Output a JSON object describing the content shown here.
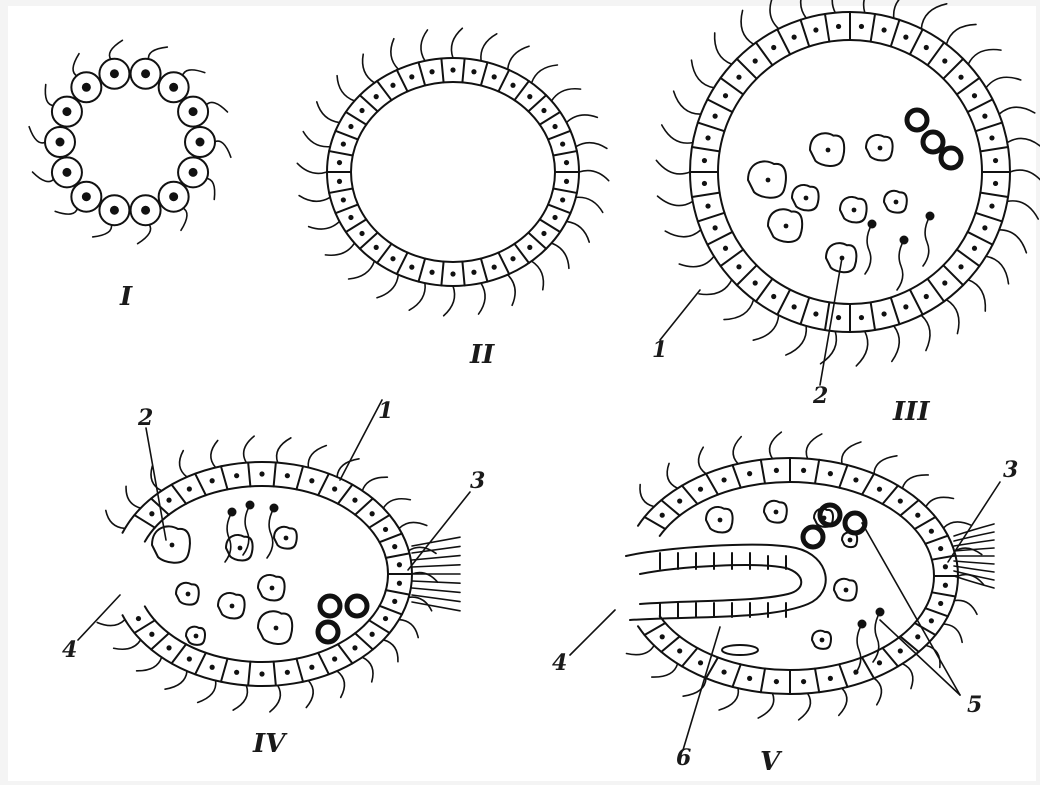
{
  "stage_labels": {
    "I": "I",
    "II": "II",
    "III": "III",
    "IV": "IV",
    "V": "V"
  },
  "part_labels": {
    "iii_1": "1",
    "iii_2": "2",
    "iv_1": "1",
    "iv_2": "2",
    "iv_3": "3",
    "iv_4": "4",
    "v_3": "3",
    "v_4": "4",
    "v_5": "5",
    "v_6": "6"
  },
  "colors": {
    "background": "#f2f2f2",
    "page": "#ffffff",
    "ink": "#111111"
  }
}
